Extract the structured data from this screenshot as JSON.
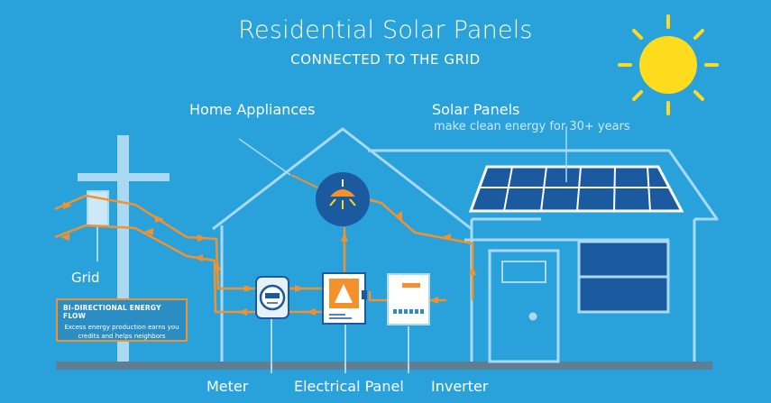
{
  "title": "Residential Solar Panels",
  "subtitle": "CONNECTED TO THE GRID",
  "labels": {
    "home_appliances": "Home Appliances",
    "solar_panels": "Solar Panels",
    "solar_panels_sub": "make clean energy for 30+ years",
    "grid": "Grid",
    "meter": "Meter",
    "electrical_panel": "Electrical Panel",
    "inverter": "Inverter"
  },
  "energy_flow": {
    "title": "BI-DIRECTIONAL ENERGY FLOW",
    "text": "Excess energy production earns you credits and helps neighbors"
  },
  "colors": {
    "background": "#29a2dc",
    "line": "#a9d9f3",
    "flow_arrow": "#f3922c",
    "sun": "#fddc1d",
    "ground": "#5d7e93"
  },
  "icons": [
    "sun-icon",
    "utility-pole-icon",
    "house-icon",
    "solar-panel-icon",
    "lamp-icon",
    "meter-icon",
    "electrical-panel-icon",
    "inverter-icon",
    "door-icon",
    "window-icon"
  ]
}
